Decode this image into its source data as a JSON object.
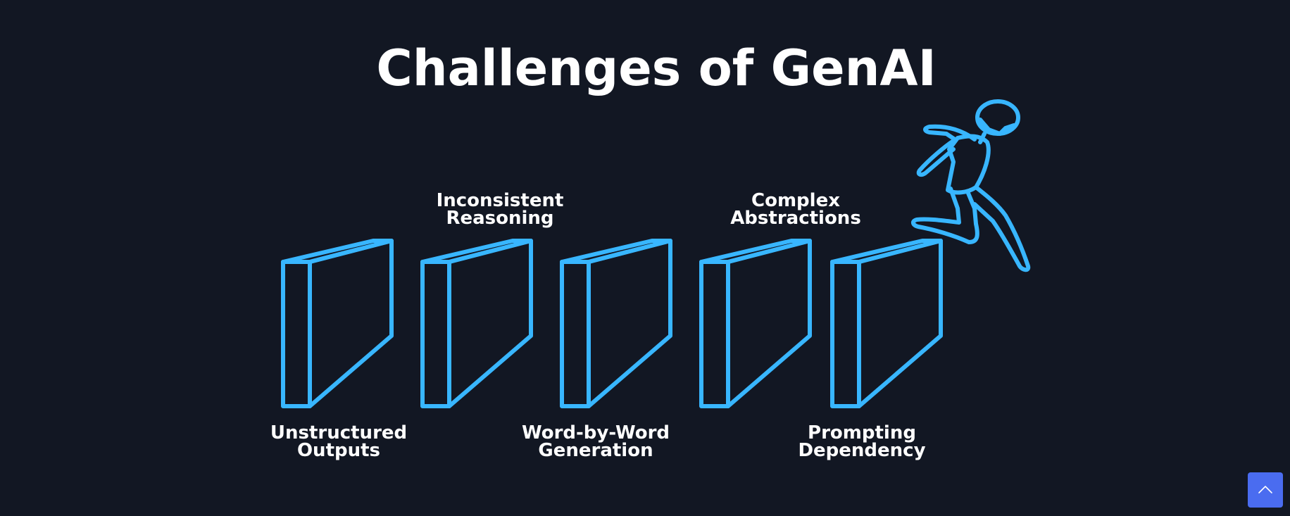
{
  "title": "Challenges of GenAI",
  "labels": {
    "unstructured": [
      "Unstructured",
      "Outputs"
    ],
    "inconsistent": [
      "Inconsistent",
      "Reasoning"
    ],
    "word_by_word": [
      "Word-by-Word",
      "Generation"
    ],
    "complex": [
      "Complex",
      "Abstractions"
    ],
    "prompting": [
      "Prompting",
      "Dependency"
    ]
  },
  "colors": {
    "background": "#121723",
    "accent": "#38b6ff",
    "text": "#ffffff",
    "button": "#4a6cf0"
  },
  "icons": {
    "scroll_top": "chevron-up-icon",
    "figure": "hurdle-jumper-icon"
  }
}
